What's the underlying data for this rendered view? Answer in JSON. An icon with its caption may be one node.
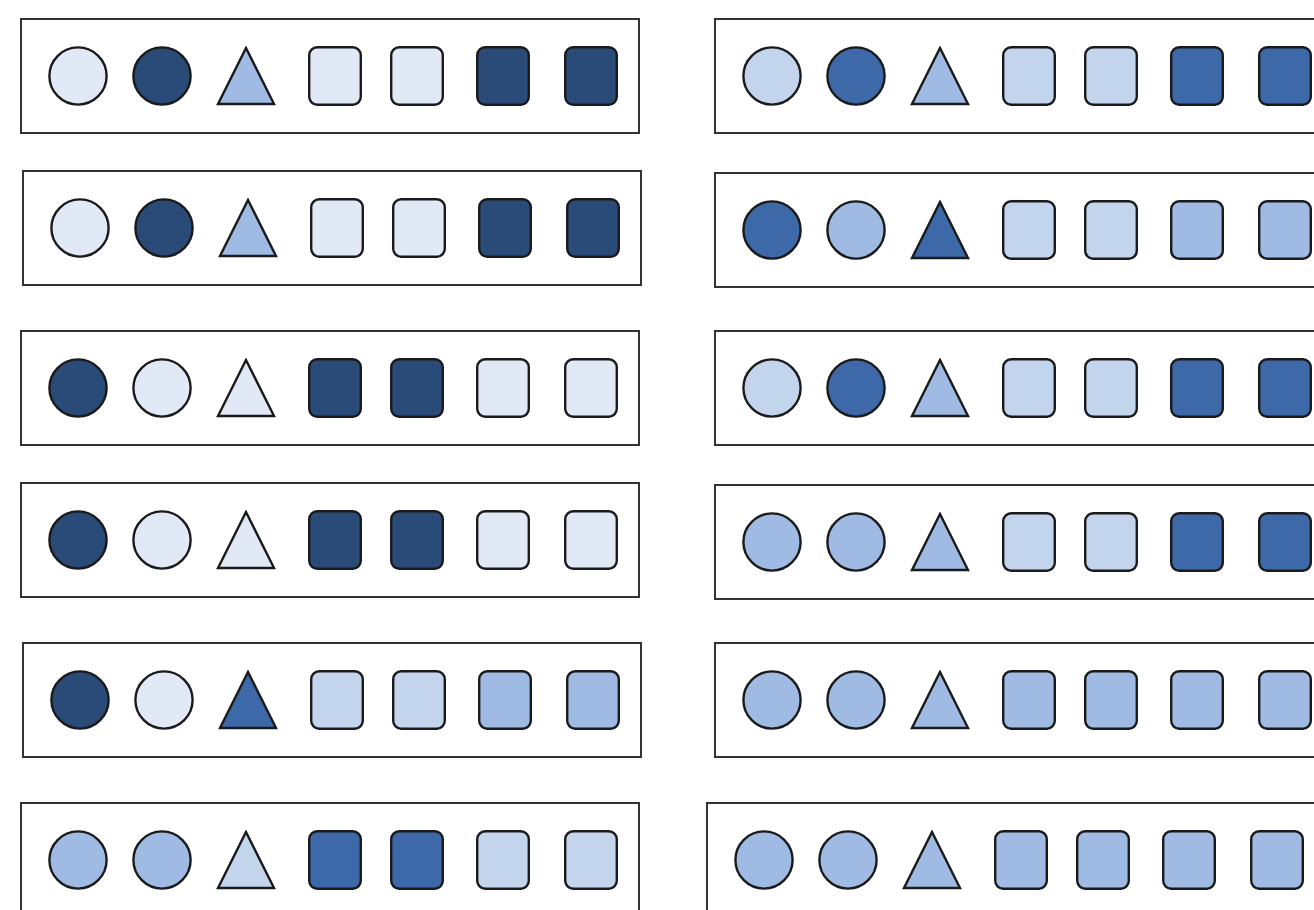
{
  "diagram": {
    "nodes": [
      {
        "text": [],
        "shape": "box"
      },
      {
        "text": [],
        "shape": "circle",
        "in": 0
      },
      {
        "text": [],
        "shape": "circle",
        "in": 0
      },
      {
        "text": [],
        "shape": "triangle",
        "in": 0
      },
      {
        "text": [],
        "shape": "box",
        "in": 0
      },
      {
        "text": [],
        "shape": "box",
        "in": 0
      },
      {
        "text": [],
        "shape": "box",
        "in": 0
      },
      {
        "text": [],
        "shape": "box",
        "in": 0
      },
      {
        "text": [],
        "shape": "box"
      },
      {
        "text": [],
        "shape": "circle",
        "in": 8
      },
      {
        "text": [],
        "shape": "circle",
        "in": 8
      },
      {
        "text": [],
        "shape": "triangle",
        "in": 8
      },
      {
        "text": [],
        "shape": "box",
        "in": 8
      },
      {
        "text": [],
        "shape": "box",
        "in": 8
      },
      {
        "text": [],
        "shape": "box",
        "in": 8
      },
      {
        "text": [],
        "shape": "box",
        "in": 8
      },
      {
        "text": [],
        "shape": "box"
      },
      {
        "text": [],
        "shape": "circle",
        "in": 16
      },
      {
        "text": [],
        "shape": "circle",
        "in": 16
      },
      {
        "text": [],
        "shape": "triangle",
        "in": 16
      },
      {
        "text": [],
        "shape": "box",
        "in": 16
      },
      {
        "text": [],
        "shape": "box",
        "in": 16
      },
      {
        "text": [],
        "shape": "box",
        "in": 16
      },
      {
        "text": [],
        "shape": "box",
        "in": 16
      },
      {
        "text": [],
        "shape": "box"
      },
      {
        "text": [],
        "shape": "circle",
        "in": 24
      },
      {
        "text": [],
        "shape": "circle",
        "in": 24
      },
      {
        "text": [],
        "shape": "triangle",
        "in": 24
      },
      {
        "text": [],
        "shape": "box",
        "in": 24
      },
      {
        "text": [],
        "shape": "box",
        "in": 24
      },
      {
        "text": [],
        "shape": "box",
        "in": 24
      },
      {
        "text": [],
        "shape": "box",
        "in": 24
      },
      {
        "text": [],
        "shape": "box"
      },
      {
        "text": [],
        "shape": "circle",
        "in": 32
      },
      {
        "text": [],
        "shape": "circle",
        "in": 32
      },
      {
        "text": [],
        "shape": "triangle",
        "in": 32
      },
      {
        "text": [],
        "shape": "box",
        "in": 32
      },
      {
        "text": [],
        "shape": "box",
        "in": 32
      },
      {
        "text": [],
        "shape": "box",
        "in": 32
      },
      {
        "text": [],
        "shape": "box",
        "in": 32
      },
      {
        "text": [],
        "shape": "box"
      },
      {
        "text": [],
        "shape": "circle",
        "in": 40
      },
      {
        "text": [],
        "shape": "circle",
        "in": 40
      },
      {
        "text": [],
        "shape": "triangle",
        "in": 40
      },
      {
        "text": [],
        "shape": "box",
        "in": 40
      },
      {
        "text": [],
        "shape": "box",
        "in": 40
      },
      {
        "text": [],
        "shape": "box",
        "in": 40
      },
      {
        "text": [],
        "shape": "box",
        "in": 40
      },
      {
        "text": [],
        "shape": "box"
      },
      {
        "text": [],
        "shape": "circle",
        "in": 48
      },
      {
        "text": [],
        "shape": "circle",
        "in": 48
      },
      {
        "text": [],
        "shape": "triangle",
        "in": 48
      },
      {
        "text": [],
        "shape": "box",
        "in": 48
      },
      {
        "text": [],
        "shape": "box",
        "in": 48
      },
      {
        "text": [],
        "shape": "box",
        "in": 48
      },
      {
        "text": [],
        "shape": "box",
        "in": 48
      },
      {
        "text": [],
        "shape": "box"
      },
      {
        "text": [],
        "shape": "circle",
        "in": 56
      },
      {
        "text": [],
        "shape": "circle",
        "in": 56
      },
      {
        "text": [],
        "shape": "triangle",
        "in": 56
      },
      {
        "text": [],
        "shape": "box",
        "in": 56
      },
      {
        "text": [],
        "shape": "box",
        "in": 56
      },
      {
        "text": [],
        "shape": "box",
        "in": 56
      },
      {
        "text": [],
        "shape": "box",
        "in": 56
      },
      {
        "text": [],
        "shape": "box"
      },
      {
        "text": [],
        "shape": "circle",
        "in": 64
      },
      {
        "text": [],
        "shape": "circle",
        "in": 64
      },
      {
        "text": [],
        "shape": "triangle",
        "in": 64
      },
      {
        "text": [],
        "shape": "box",
        "in": 64
      },
      {
        "text": [],
        "shape": "box",
        "in": 64
      },
      {
        "text": [],
        "shape": "box",
        "in": 64
      },
      {
        "text": [],
        "shape": "box",
        "in": 64
      },
      {
        "text": [],
        "shape": "box"
      },
      {
        "text": [],
        "shape": "circle",
        "in": 72
      },
      {
        "text": [],
        "shape": "circle",
        "in": 72
      },
      {
        "text": [],
        "shape": "triangle",
        "in": 72
      },
      {
        "text": [],
        "shape": "box",
        "in": 72
      },
      {
        "text": [],
        "shape": "box",
        "in": 72
      },
      {
        "text": [],
        "shape": "box",
        "in": 72
      },
      {
        "text": [],
        "shape": "box",
        "in": 72
      },
      {
        "text": [],
        "shape": "box"
      },
      {
        "text": [],
        "shape": "circle",
        "in": 80
      },
      {
        "text": [],
        "shape": "circle",
        "in": 80
      },
      {
        "text": [],
        "shape": "triangle",
        "in": 80
      },
      {
        "text": [],
        "shape": "box",
        "in": 80
      },
      {
        "text": [],
        "shape": "box",
        "in": 80
      },
      {
        "text": [],
        "shape": "box",
        "in": 80
      },
      {
        "text": [],
        "shape": "box",
        "in": 80
      },
      {
        "text": [],
        "shape": "box"
      },
      {
        "text": [],
        "shape": "circle",
        "in": 88
      },
      {
        "text": [],
        "shape": "circle",
        "in": 88
      },
      {
        "text": [],
        "shape": "triangle",
        "in": 88
      },
      {
        "text": [],
        "shape": "box",
        "in": 88
      },
      {
        "text": [],
        "shape": "box",
        "in": 88
      },
      {
        "text": [],
        "shape": "box",
        "in": 88
      },
      {
        "text": [],
        "shape": "box",
        "in": 88
      }
    ]
  }
}
